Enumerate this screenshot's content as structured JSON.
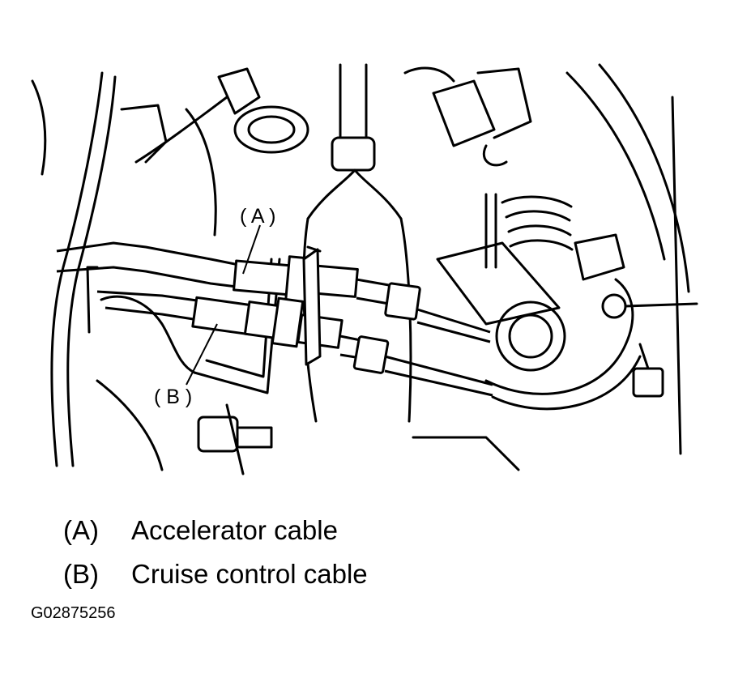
{
  "diagram": {
    "callout_a": "( A )",
    "callout_b": "( B )"
  },
  "legend": {
    "items": [
      {
        "key": "(A)",
        "label": "Accelerator cable"
      },
      {
        "key": "(B)",
        "label": "Cruise control cable"
      }
    ]
  },
  "figure_id": "G02875256"
}
